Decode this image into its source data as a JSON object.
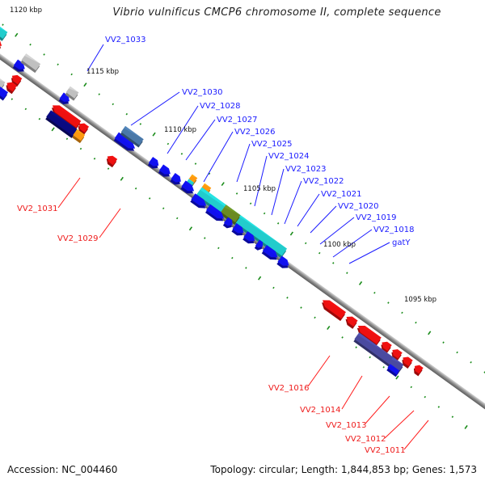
{
  "title": "Vibrio vulnificus CMCP6 chromosome II, complete sequence",
  "footer": {
    "accession": "Accession: NC_004460",
    "summary": "Topology: circular; Length: 1,844,853 bp; Genes: 1,573"
  },
  "colors": {
    "backbone": "#8c8c8c",
    "forward_label": "#1a1aff",
    "reverse_label": "#ff1a1a",
    "tick": "#1a8c1a",
    "cds_forward": "#1010ee",
    "cds_reverse": "#ee1010",
    "rna_cyan": "#22cccc",
    "orange": "#ff9910",
    "olive": "#6b8a22",
    "navy": "#0a0a80",
    "slate": "#4a78a8",
    "gray": "#c0c0c0",
    "purple": "#4a4aa0",
    "khaki": "#b8b070"
  },
  "scale_labels": [
    {
      "text": "1120 kbp"
    },
    {
      "text": "1115 kbp"
    },
    {
      "text": "1110 kbp"
    },
    {
      "text": "1105 kbp"
    },
    {
      "text": "1100 kbp"
    },
    {
      "text": "1095 kbp"
    }
  ],
  "forward_genes": [
    {
      "name": "VV2_1033"
    },
    {
      "name": "VV2_1030"
    },
    {
      "name": "VV2_1028"
    },
    {
      "name": "VV2_1027"
    },
    {
      "name": "VV2_1026"
    },
    {
      "name": "VV2_1025"
    },
    {
      "name": "VV2_1024"
    },
    {
      "name": "VV2_1023"
    },
    {
      "name": "VV2_1022"
    },
    {
      "name": "VV2_1021"
    },
    {
      "name": "VV2_1020"
    },
    {
      "name": "VV2_1019"
    },
    {
      "name": "VV2_1018"
    },
    {
      "name": "gatY"
    }
  ],
  "reverse_genes": [
    {
      "name": "VV2_1031"
    },
    {
      "name": "VV2_1029"
    },
    {
      "name": "VV2_1016"
    },
    {
      "name": "VV2_1014"
    },
    {
      "name": "VV2_1013"
    },
    {
      "name": "VV2_1012"
    },
    {
      "name": "VV2_1011"
    }
  ]
}
